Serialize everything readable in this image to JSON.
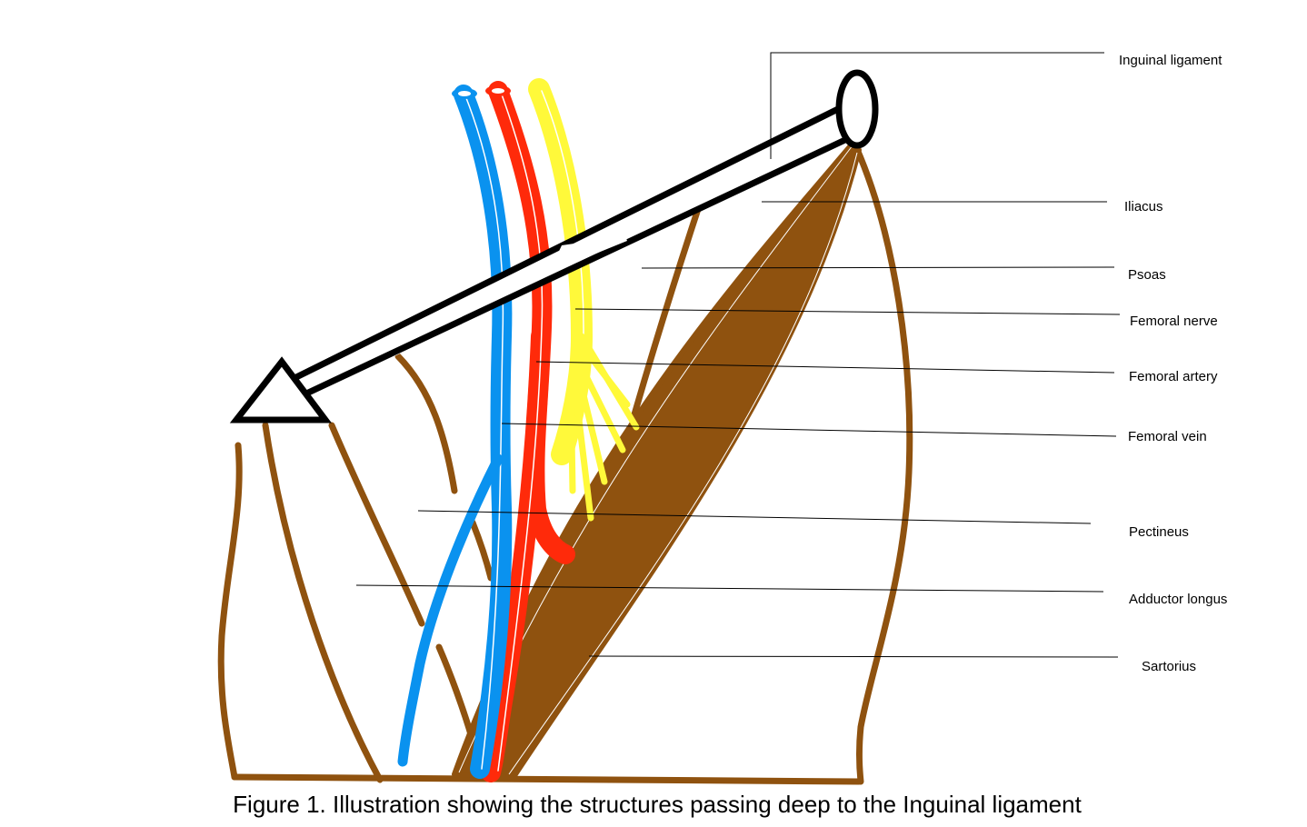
{
  "labels": {
    "inguinal_ligament": "Inguinal ligament",
    "iliacus": "Iliacus",
    "psoas": "Psoas",
    "femoral_nerve": "Femoral nerve",
    "femoral_artery": "Femoral artery",
    "femoral_vein": "Femoral vein",
    "pectineus": "Pectineus",
    "adductor_longus": "Adductor longus",
    "sartorius": "Sartorius"
  },
  "caption": "Figure 1. Illustration showing the structures passing deep to the Inguinal ligament",
  "colors": {
    "vein": "#0a92ef",
    "artery": "#ff2a0a",
    "nerve": "#fff93a",
    "muscle": "#8f520f",
    "ligament": "#000000"
  }
}
